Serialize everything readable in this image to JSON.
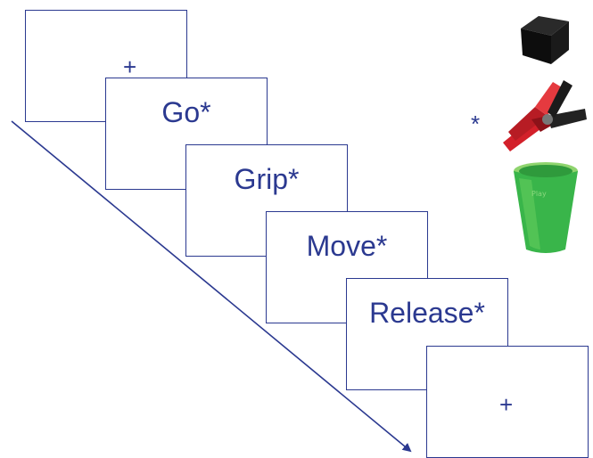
{
  "colors": {
    "line": "#2b3990",
    "text": "#2b3990"
  },
  "frames": [
    {
      "label": "+",
      "kind": "fixation"
    },
    {
      "label": "Go*",
      "kind": "cue"
    },
    {
      "label": "Grip*",
      "kind": "cue"
    },
    {
      "label": "Move*",
      "kind": "cue"
    },
    {
      "label": "Release*",
      "kind": "cue"
    },
    {
      "label": "+",
      "kind": "fixation"
    }
  ],
  "objects": {
    "marker": "*",
    "items": [
      {
        "icon": "black-cube-icon"
      },
      {
        "icon": "red-clip-icon"
      },
      {
        "icon": "green-cup-icon"
      }
    ]
  }
}
